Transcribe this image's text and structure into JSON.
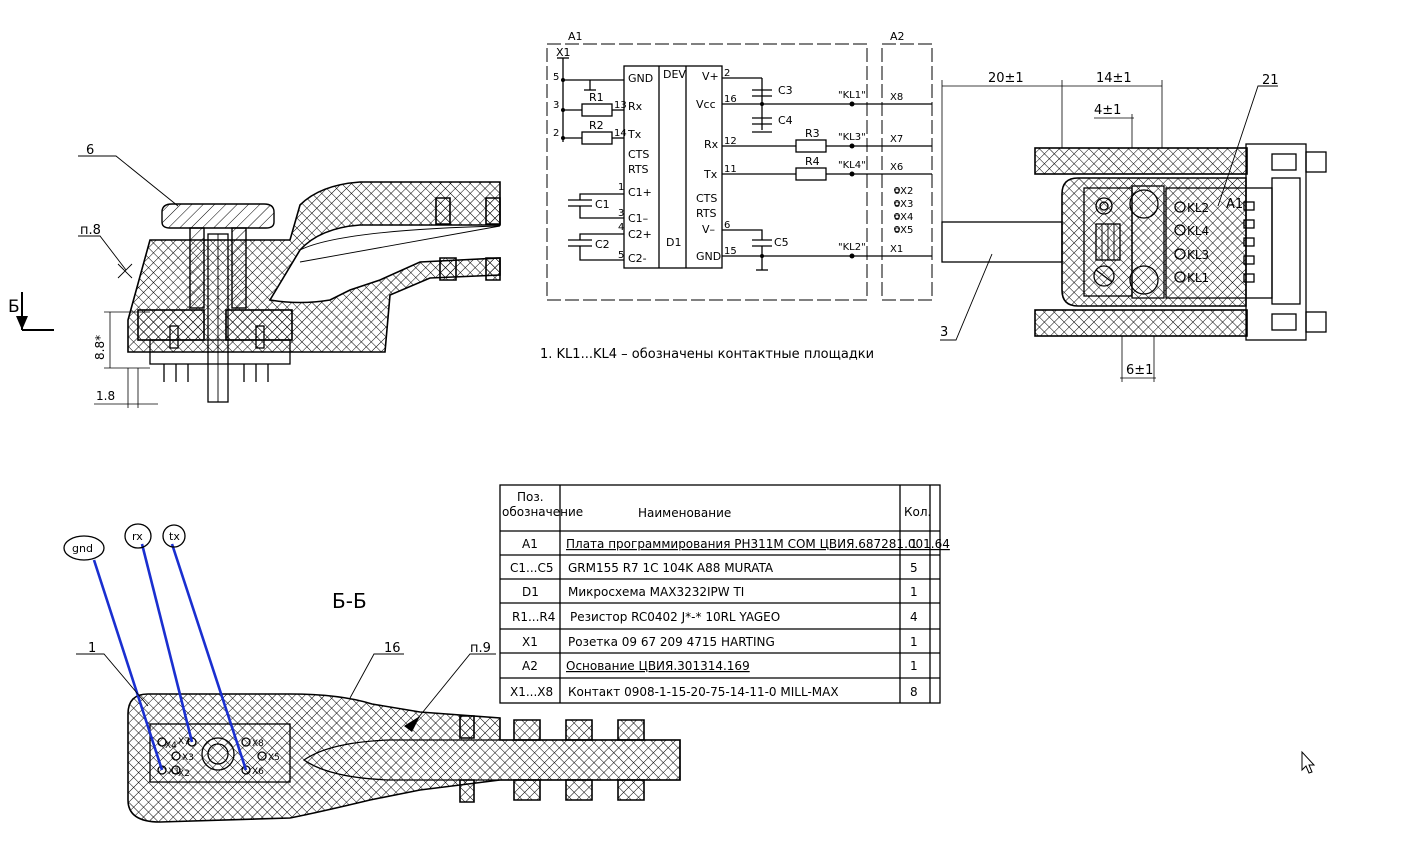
{
  "section_marker": "Б",
  "section_title": "Б-Б",
  "dimensions": {
    "d_20": "20±1",
    "d_14": "14±1",
    "d_4": "4±1",
    "d_6": "6±1",
    "d_88": "8.8*",
    "d_18": "1.8"
  },
  "callouts": {
    "c6": "6",
    "p8": "п.8",
    "p9": "п.9",
    "c1": "1",
    "c16": "16",
    "c3": "3",
    "c21": "21",
    "a1_conn": "A1"
  },
  "wire_labels": {
    "gnd": "gnd",
    "rx": "rx",
    "tx": "tx"
  },
  "schematic": {
    "a1": "A1",
    "a2": "A2",
    "x1": "X1",
    "chip_left": [
      "GND",
      "Rx",
      "Tx",
      "CTS",
      "RTS",
      "C1+",
      "C1–",
      "C2+",
      "C2-"
    ],
    "dev": "DEV",
    "d1": "D1",
    "chip_right": [
      "V+",
      "Vcc",
      "Rx",
      "Tx",
      "CTS",
      "RTS",
      "V–",
      "GND"
    ],
    "pins_left": [
      "5",
      "3",
      "2",
      "13",
      "14",
      "1",
      "3",
      "4",
      "5"
    ],
    "pins_right": [
      "2",
      "16",
      "12",
      "11",
      "6",
      "15"
    ],
    "resistors": [
      "R1",
      "R2",
      "R3",
      "R4"
    ],
    "caps": [
      "C1",
      "C2",
      "C3",
      "C4",
      "C5"
    ],
    "pads": [
      "\"KL1\"",
      "\"KL3\"",
      "\"KL4\"",
      "\"KL2\""
    ],
    "xs": [
      "X8",
      "X7",
      "X6",
      "X1"
    ],
    "xs_small": [
      "oX2",
      "oX3",
      "oX4",
      "oX5"
    ],
    "note": "1. KL1...KL4  – обозначены контактные площадки"
  },
  "connector_pads": [
    "KL2",
    "KL4",
    "KL3",
    "KL1"
  ],
  "section_pins": [
    "X4",
    "X7",
    "X8",
    "X3",
    "X5",
    "X1",
    "X2",
    "X6"
  ],
  "table": {
    "h_pos": [
      "Поз.",
      "обозначение"
    ],
    "h_name": "Наименование",
    "h_qty": "Кол.",
    "rows": [
      {
        "pos": "A1",
        "name": "Плата программирования PH311M COM ЦВИЯ.687281.001.64",
        "qty": "1",
        "underline": true
      },
      {
        "pos": "C1...C5",
        "name": "GRM155 R7 1C 104K A88    MURATA",
        "qty": "5",
        "underline": false
      },
      {
        "pos": "D1",
        "name": "Микросхема MAX3232IPW   TI",
        "qty": "1",
        "underline": false
      },
      {
        "pos": "R1...R4",
        "name": "Резистор RC0402 J*-* 10RL   YAGEO",
        "qty": "4",
        "underline": false
      },
      {
        "pos": "X1",
        "name": "Розетка 09 67 209 4715         HARTING",
        "qty": "1",
        "underline": false
      },
      {
        "pos": "A2",
        "name": "Основание  ЦВИЯ.301314.169",
        "qty": "1",
        "underline": true
      },
      {
        "pos": "X1...X8",
        "name": "Контакт 0908-1-15-20-75-14-11-0    MILL-MAX",
        "qty": "8",
        "underline": false
      }
    ]
  }
}
